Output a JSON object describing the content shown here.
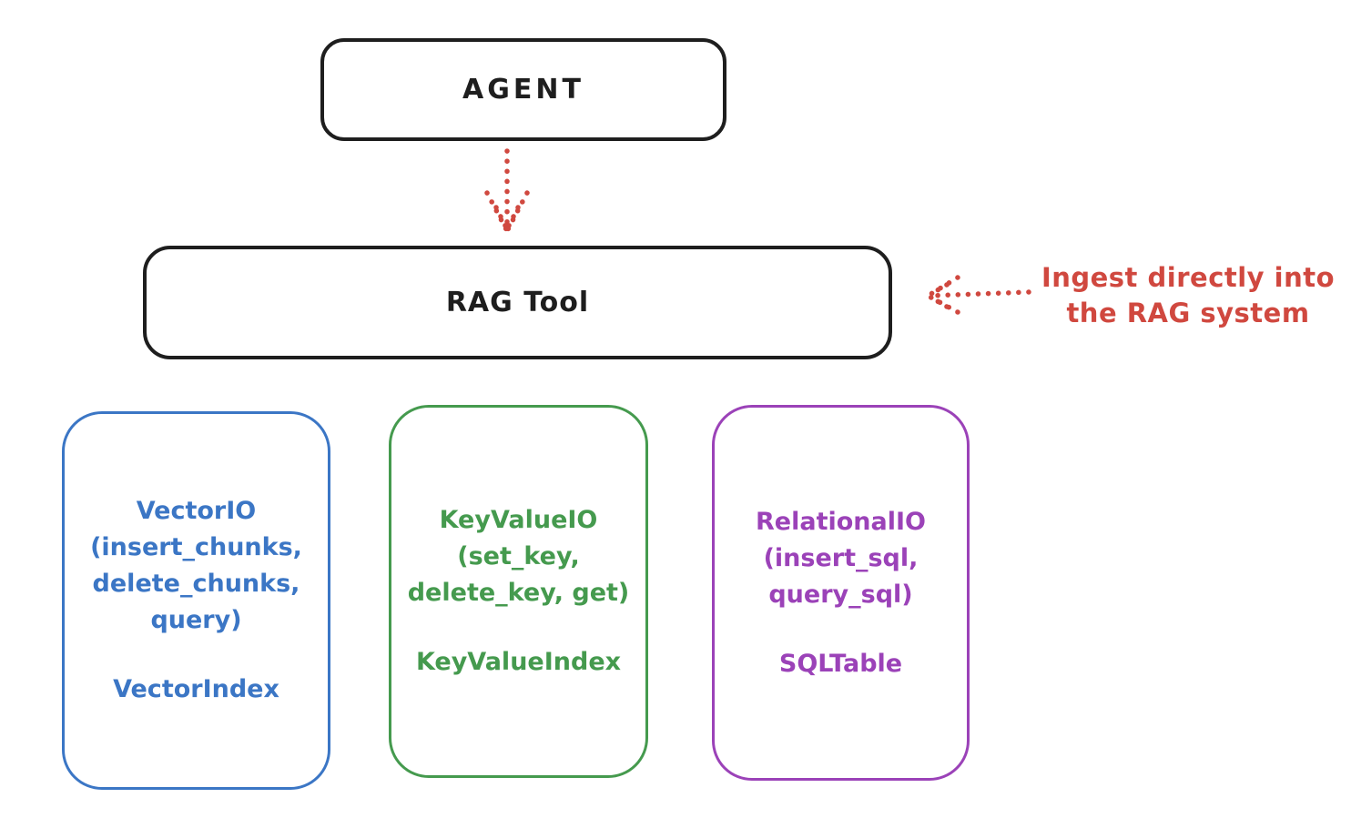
{
  "diagram": {
    "background": "#ffffff",
    "colors": {
      "stroke_black": "#1e1e1e",
      "annotation_red": "#d0483f",
      "vector_blue": "#3b76c5",
      "keyvalue_green": "#459a4e",
      "relational_purple": "#9b42b8"
    },
    "nodes": {
      "agent": {
        "label": "AGENT"
      },
      "rag_tool": {
        "label": "RAG Tool"
      }
    },
    "annotation": {
      "line1": "Ingest directly into",
      "line2": "the RAG system"
    },
    "arrows": [
      {
        "name": "dotted-arrow-down",
        "from": "agent",
        "to": "rag_tool",
        "style": "dotted",
        "color": "#d0483f"
      },
      {
        "name": "dotted-arrow-left",
        "from": "annotation",
        "to": "rag_tool",
        "style": "dotted",
        "color": "#d0483f"
      }
    ],
    "storage_boxes": [
      {
        "name": "vector-io",
        "color": "#3b76c5",
        "io_text": "VectorIO\n(insert_chunks,\ndelete_chunks,\nquery)",
        "index_label": "VectorIndex"
      },
      {
        "name": "keyvalue-io",
        "color": "#459a4e",
        "io_text": "KeyValueIO\n(set_key,\ndelete_key, get)",
        "index_label": "KeyValueIndex"
      },
      {
        "name": "relational-io",
        "color": "#9b42b8",
        "io_text": "RelationalIO\n(insert_sql,\nquery_sql)",
        "index_label": "SQLTable"
      }
    ]
  }
}
